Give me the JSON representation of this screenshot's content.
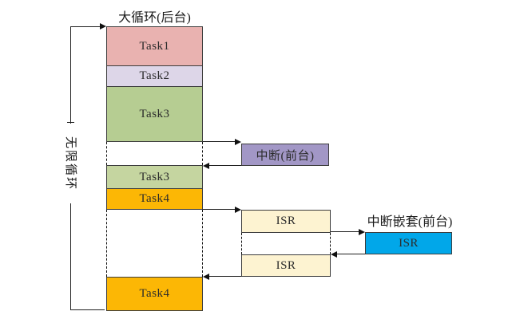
{
  "diagram": {
    "background": {
      "title": "大循环(后台)",
      "segments": [
        {
          "label": "Task1",
          "color": "#e9b2b0"
        },
        {
          "label": "Task2",
          "color": "#ddd6e8"
        },
        {
          "label": "Task3",
          "color": "#b6cd92"
        },
        {
          "label": "Task3",
          "color": "#c5d5a0"
        },
        {
          "label": "Task4",
          "color": "#fcb705"
        },
        {
          "label": "Task4",
          "color": "#fcb705"
        }
      ]
    },
    "loop_label": "无限循环",
    "interrupt": {
      "label": "中断(前台)",
      "color": "#a297c6"
    },
    "isr": {
      "first": "ISR",
      "second": "ISR",
      "color": "#fdf3d1"
    },
    "nested": {
      "title": "中断嵌套(前台)",
      "label": "ISR",
      "color": "#01a7e9"
    },
    "line_color": "#1f1f1f",
    "border_color": "#3c3c3c"
  }
}
